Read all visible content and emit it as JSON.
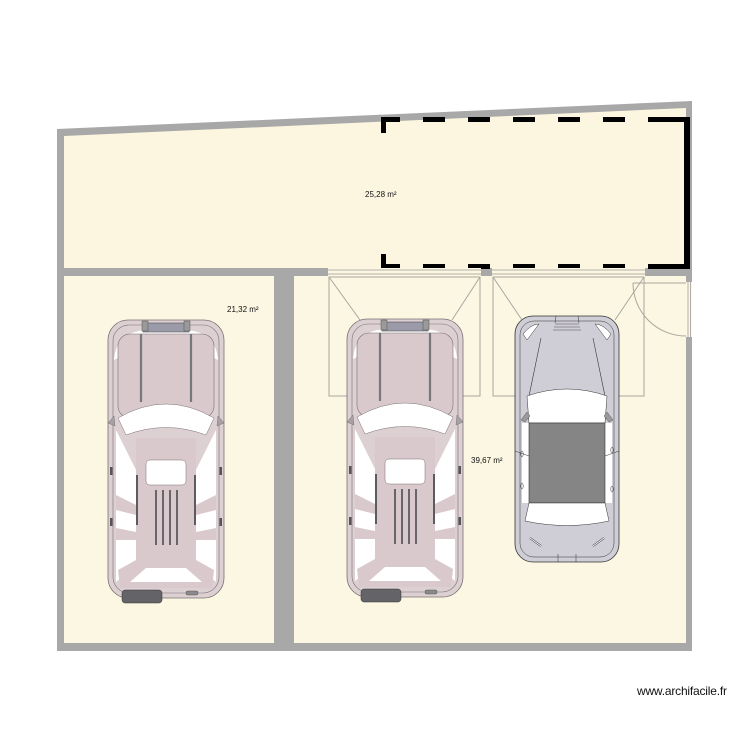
{
  "plan": {
    "colors": {
      "wall": "#a8a8a8",
      "floor": "#fbf7e3",
      "dashed_wall": "#000000",
      "door_line": "#a9a59c",
      "truck_body": "#ddd0d3",
      "truck_outline": "#7a6f72",
      "truck_dark": "#66666a",
      "car_body": "#cfcdd5",
      "car_roof": "#858585"
    },
    "rooms": [
      {
        "id": "upper",
        "area_label": "25,28 m²"
      },
      {
        "id": "left-garage",
        "area_label": "21,32 m²"
      },
      {
        "id": "right-garage",
        "area_label": "39,67 m²"
      }
    ],
    "vehicles": [
      {
        "type": "pickup-truck",
        "room": "left-garage"
      },
      {
        "type": "pickup-truck",
        "room": "right-garage"
      },
      {
        "type": "hatchback-car",
        "room": "right-garage"
      }
    ],
    "openings": [
      {
        "type": "garage-door",
        "room": "right-garage",
        "index": 1
      },
      {
        "type": "garage-door",
        "room": "right-garage",
        "index": 2
      },
      {
        "type": "swing-door",
        "room": "right-garage",
        "index": 3
      }
    ]
  },
  "watermark": "www.archifacile.fr"
}
